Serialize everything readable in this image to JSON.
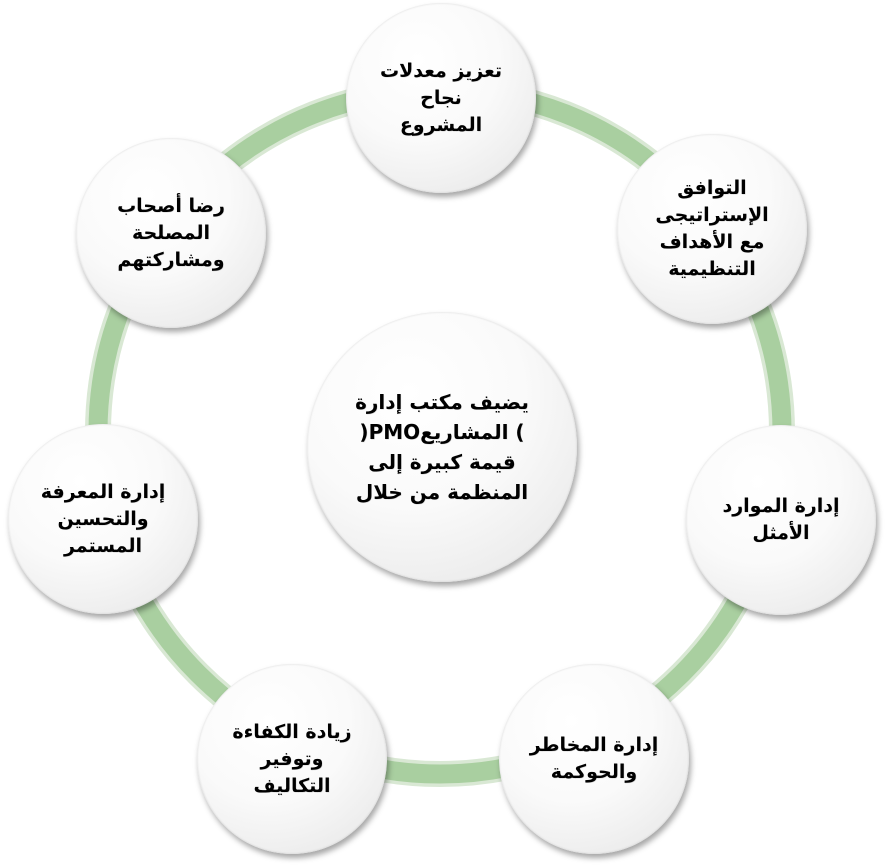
{
  "center": {
    "text": "يضيف مكتب إدارة\n(PMO) المشاريع\nقيمة كبيرة إلى\nالمنظمة من خلال"
  },
  "nodes": [
    {
      "id": "project-success",
      "text": "تعزيز معدلات\nنجاح\nالمشروع"
    },
    {
      "id": "strategic-alignment",
      "text": "التوافق\nالإستراتيجى\nمع الأهداف\nالتنظيمية"
    },
    {
      "id": "resource-management",
      "text": "إدارة الموارد\nالأمثل"
    },
    {
      "id": "risk-governance",
      "text": "إدارة المخاطر\nوالحوكمة"
    },
    {
      "id": "efficiency-cost",
      "text": "زيادة الكفاءة\nوتوفير\nالتكاليف"
    },
    {
      "id": "knowledge-improvement",
      "text": "إدارة المعرفة\nوالتحسين\nالمستمر"
    },
    {
      "id": "stakeholder-satisfaction",
      "text": "رضا أصحاب\nالمصلحة\nومشاركتهم"
    }
  ],
  "colors": {
    "ring": "#a9cfa0",
    "ring_shadow": "#8fb886",
    "node_text": "#000000"
  }
}
